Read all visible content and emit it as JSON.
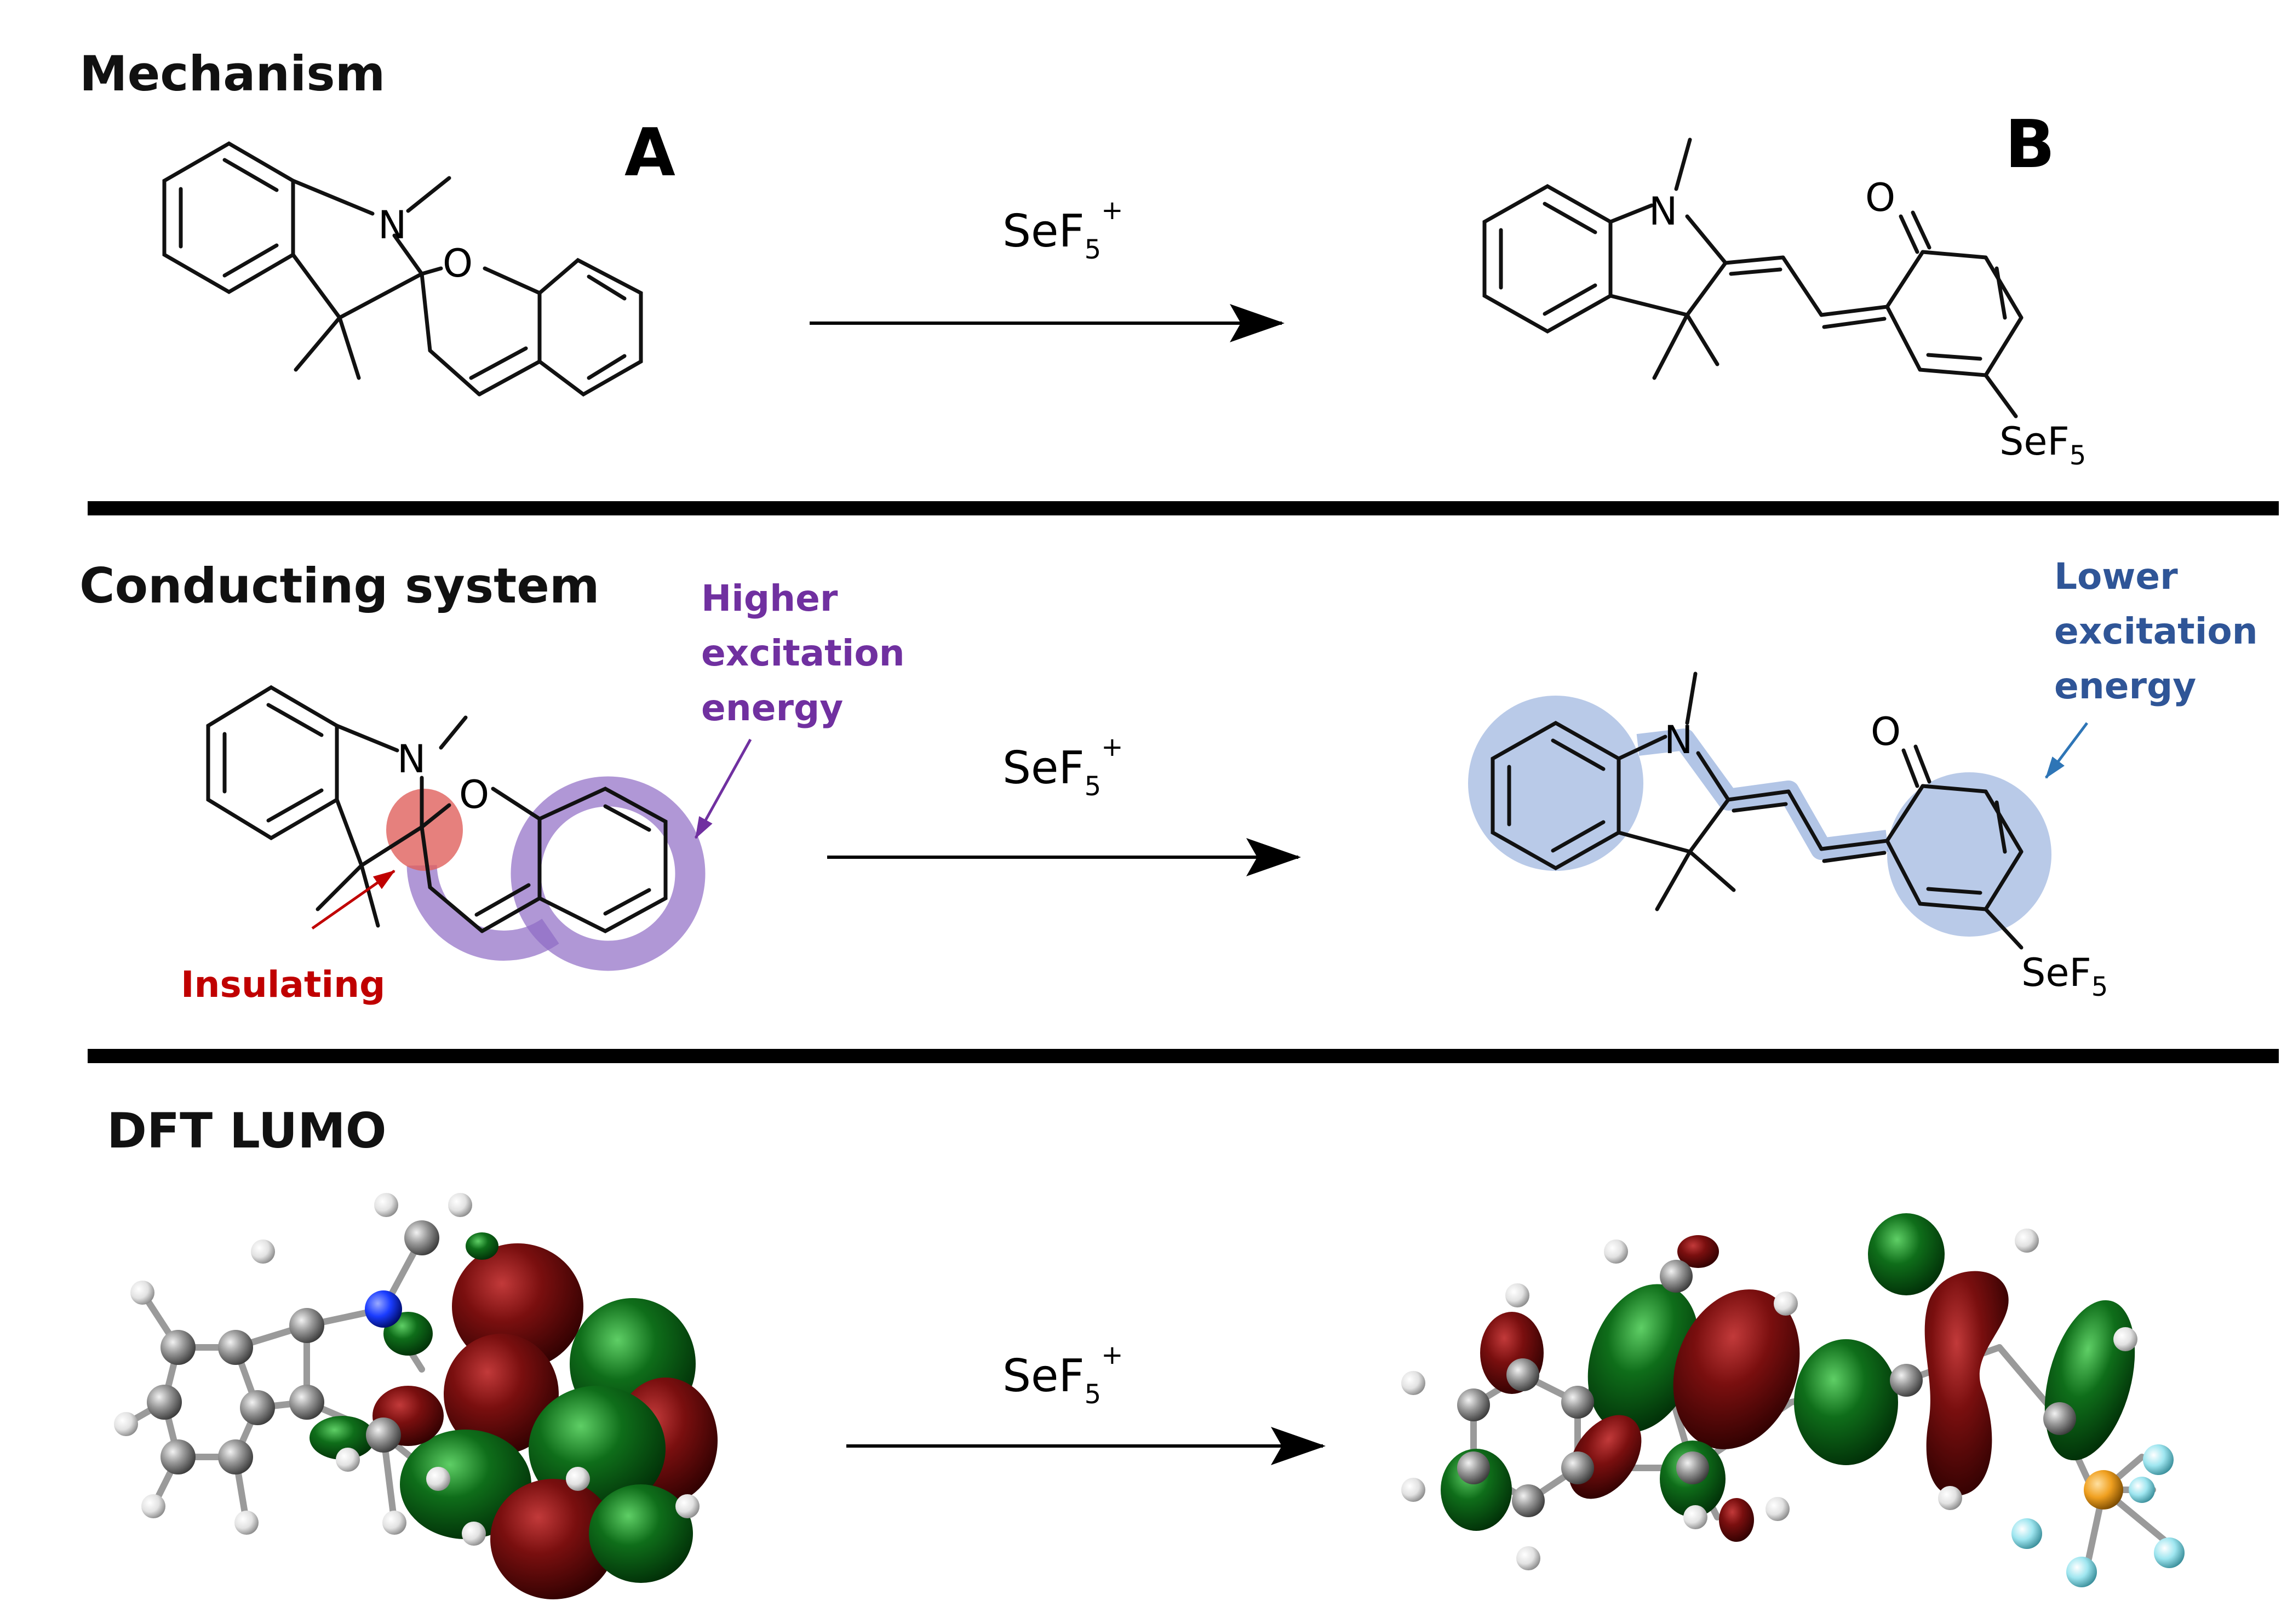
{
  "sections": {
    "mechanism": "Mechanism",
    "conducting": "Conducting system",
    "dft": "DFT LUMO"
  },
  "labels": {
    "a": "A",
    "b": "B"
  },
  "reagent": {
    "main": "SeF",
    "sub": "5",
    "sup": "+"
  },
  "substituent": {
    "main": "SeF",
    "sub": "5"
  },
  "atoms": {
    "n": "N",
    "o": "O"
  },
  "annotations": {
    "higher": [
      "Higher",
      "excitation",
      "energy"
    ],
    "lower": [
      "Lower",
      "excitation",
      "energy"
    ],
    "insulating": "Insulating"
  },
  "colors": {
    "higher": "#7030a0",
    "lower": "#2f5597",
    "insulating": "#c00000",
    "purple_highlight": "#8e6bc4",
    "blue_highlight": "#7f9fd6",
    "red_highlight": "#e0605c",
    "orbital_red": "#7a0f0f",
    "orbital_green": "#0f6e1a",
    "carbon": "#8a8a8a",
    "hydrogen": "#e8e8e8",
    "nitrogen": "#1a3cff",
    "selenium": "#f0a020",
    "fluorine": "#9fe6f0"
  }
}
